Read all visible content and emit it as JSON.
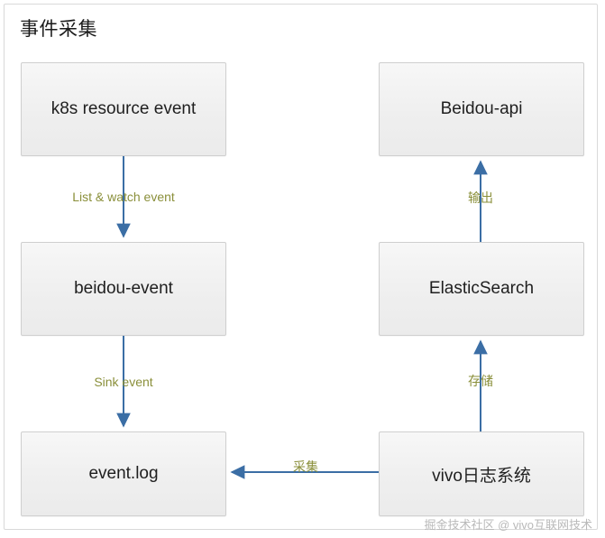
{
  "diagram": {
    "title": "事件采集",
    "accent_color": "#3b6ea5",
    "label_color": "#8a8f3a",
    "node_fill": "#efefef",
    "node_border": "#cfcfcf",
    "nodes": [
      {
        "id": "k8s",
        "label": "k8s resource event"
      },
      {
        "id": "beidou-api",
        "label": "Beidou-api"
      },
      {
        "id": "beidou-event",
        "label": "beidou-event"
      },
      {
        "id": "elasticsearch",
        "label": "ElasticSearch"
      },
      {
        "id": "event-log",
        "label": "event.log"
      },
      {
        "id": "vivo-log",
        "label": "vivo日志系统"
      }
    ],
    "edges": [
      {
        "id": "e1",
        "from": "k8s",
        "to": "beidou-event",
        "label": "List & watch event"
      },
      {
        "id": "e2",
        "from": "beidou-event",
        "to": "event-log",
        "label": "Sink event"
      },
      {
        "id": "e3",
        "from": "vivo-log",
        "to": "event-log",
        "label": "采集"
      },
      {
        "id": "e4",
        "from": "vivo-log",
        "to": "elasticsearch",
        "label": "存储"
      },
      {
        "id": "e5",
        "from": "elasticsearch",
        "to": "beidou-api",
        "label": "输出"
      }
    ]
  },
  "watermark": "掘金技术社区 @ vivo互联网技术"
}
